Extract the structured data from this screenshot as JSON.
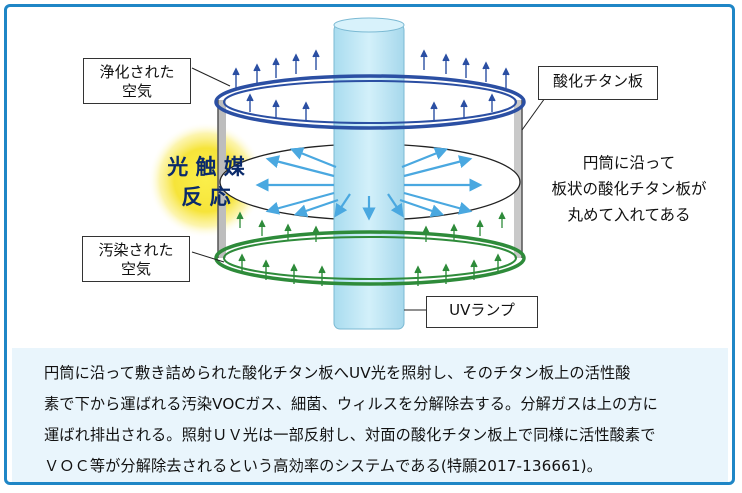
{
  "labels": {
    "purified_line1": "浄化された",
    "purified_line2": "空気",
    "polluted_line1": "汚染された",
    "polluted_line2": "空気",
    "titanium_plate": "酸化チタン板",
    "uv_lamp": "UVランプ",
    "photocatalysis_line1": "光 触 媒",
    "photocatalysis_line2": "反 応"
  },
  "annotation": {
    "line1": "円筒に沿って",
    "line2": "板状の酸化チタン板が",
    "line3": "丸めて入れてある"
  },
  "caption": {
    "line1": "円筒に沿って敷き詰められた酸化チタン板へUV光を照射し、そのチタン板上の活性酸",
    "line2": "素で下から運ばれる汚染VOCガス、細菌、ウィルスを分解除去する。分解ガスは上の方に",
    "line3": "運ばれ排出される。照射ＵＶ光は一部反射し、対面の酸化チタン板上で同様に活性酸素で",
    "line4": "ＶＯＣ等が分解除去されるという高効率のシステムである(特願2017-136661)。"
  },
  "colors": {
    "frame": "#1f86c6",
    "top_ring": "#2b4fa3",
    "bottom_ring": "#2e8b3a",
    "lamp": "#bfe7f4",
    "uv_rays": "#4aa8e0",
    "glow": "#f7e233",
    "caption_bg": "#e9f5fc"
  }
}
